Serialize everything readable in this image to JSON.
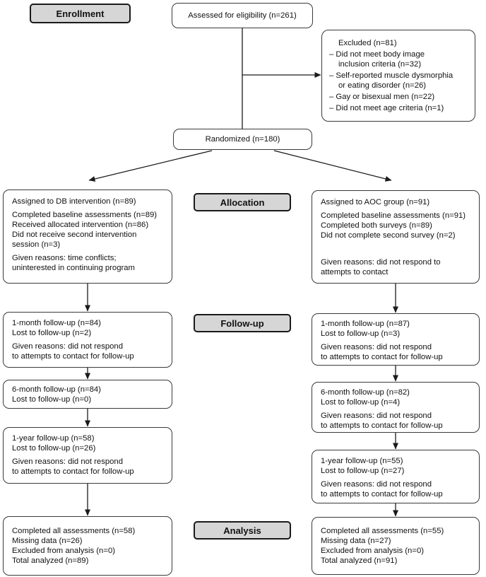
{
  "stages": {
    "enrollment": "Enrollment",
    "allocation": "Allocation",
    "followup": "Follow-up",
    "analysis": "Analysis"
  },
  "top": {
    "assessed": "Assessed for eligibility (n=261)",
    "randomized": "Randomized (n=180)",
    "excluded_paras": [
      [
        "Excluded (n=81)"
      ],
      [
        "– Did not meet body image",
        "inclusion criteria (n=32)"
      ],
      [
        "– Self-reported muscle dysmorphia",
        "or eating disorder (n=26)"
      ],
      [
        "– Gay or bisexual men (n=22)"
      ],
      [
        "– Did not meet age criteria (n=1)"
      ]
    ]
  },
  "left": {
    "allocation": [
      [
        "Assigned to DB intervention (n=89)"
      ],
      [
        "Completed baseline assessments (n=89)",
        "Received allocated intervention (n=86)",
        "Did not receive second intervention",
        "session (n=3)"
      ],
      [
        "Given reasons: time conflicts;",
        "uninterested in continuing program"
      ]
    ],
    "month1": [
      [
        "1-month follow-up (n=84)",
        "Lost to follow-up (n=2)"
      ],
      [
        "Given reasons: did not respond",
        "to attempts to contact for follow-up"
      ]
    ],
    "month6": [
      [
        "6-month follow-up (n=84)",
        "Lost to follow-up (n=0)"
      ]
    ],
    "year1": [
      [
        "1-year follow-up (n=58)",
        "Lost to follow-up (n=26)"
      ],
      [
        "Given reasons: did not respond",
        "to attempts to contact for follow-up"
      ]
    ],
    "analysis": [
      [
        "Completed all assessments (n=58)",
        "Missing data (n=26)",
        "Excluded from analysis (n=0)",
        "Total analyzed (n=89)"
      ]
    ]
  },
  "right": {
    "allocation": [
      [
        "Assigned to AOC group (n=91)"
      ],
      [
        "Completed baseline assessments (n=91)",
        "Completed both surveys (n=89)",
        "Did not complete second survey (n=2)"
      ],
      [
        ""
      ],
      [
        "Given reasons: did not respond to",
        "attempts to contact"
      ]
    ],
    "month1": [
      [
        "1-month follow-up (n=87)",
        "Lost to follow-up (n=3)"
      ],
      [
        "Given reasons: did not respond",
        "to attempts to contact for follow-up"
      ]
    ],
    "month6": [
      [
        "6-month follow-up (n=82)",
        "Lost to follow-up (n=4)"
      ],
      [
        "Given reasons: did not respond",
        "to attempts to contact for follow-up"
      ]
    ],
    "year1": [
      [
        "1-year follow-up (n=55)",
        "Lost to follow-up (n=27)"
      ],
      [
        "Given reasons: did not respond",
        "to attempts to contact for follow-up"
      ]
    ],
    "analysis": [
      [
        "Completed all assessments (n=55)",
        "Missing data (n=27)",
        "Excluded from analysis (n=0)",
        "Total analyzed (n=91)"
      ]
    ]
  },
  "colors": {
    "stage_label_fill": "#d6d6d6",
    "box_border": "#3a3a3a",
    "connector": "#1a1a1a"
  }
}
